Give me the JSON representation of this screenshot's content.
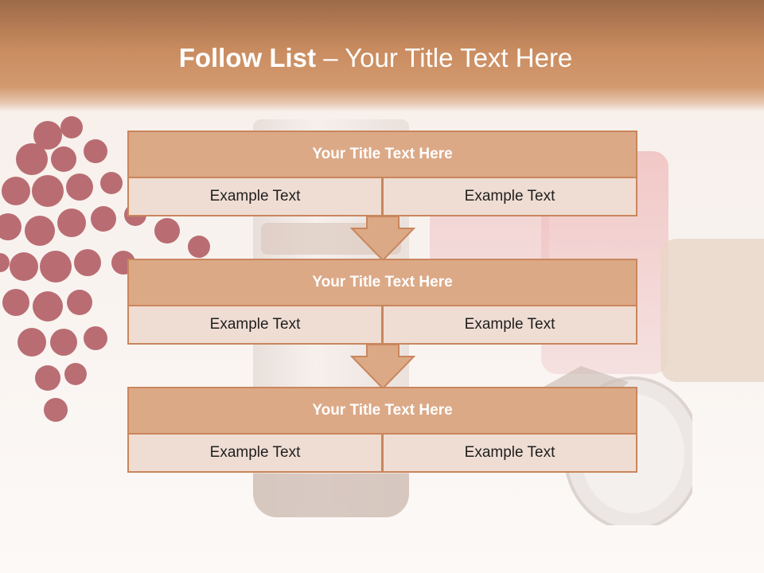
{
  "slide": {
    "title_bold": "Follow List",
    "title_rest": " – Your Title Text Here"
  },
  "steps": [
    {
      "title": "Your Title Text Here",
      "left": "Example Text",
      "right": "Example Text"
    },
    {
      "title": "Your Title Text Here",
      "left": "Example Text",
      "right": "Example Text"
    },
    {
      "title": "Your Title Text Here",
      "left": "Example Text",
      "right": "Example Text"
    }
  ],
  "colors": {
    "header_band": "#c98c60",
    "box_header_fill": "#dca987",
    "box_cell_fill": "#efddd3",
    "box_border": "#c9865c",
    "arrow_fill": "#dca987"
  }
}
